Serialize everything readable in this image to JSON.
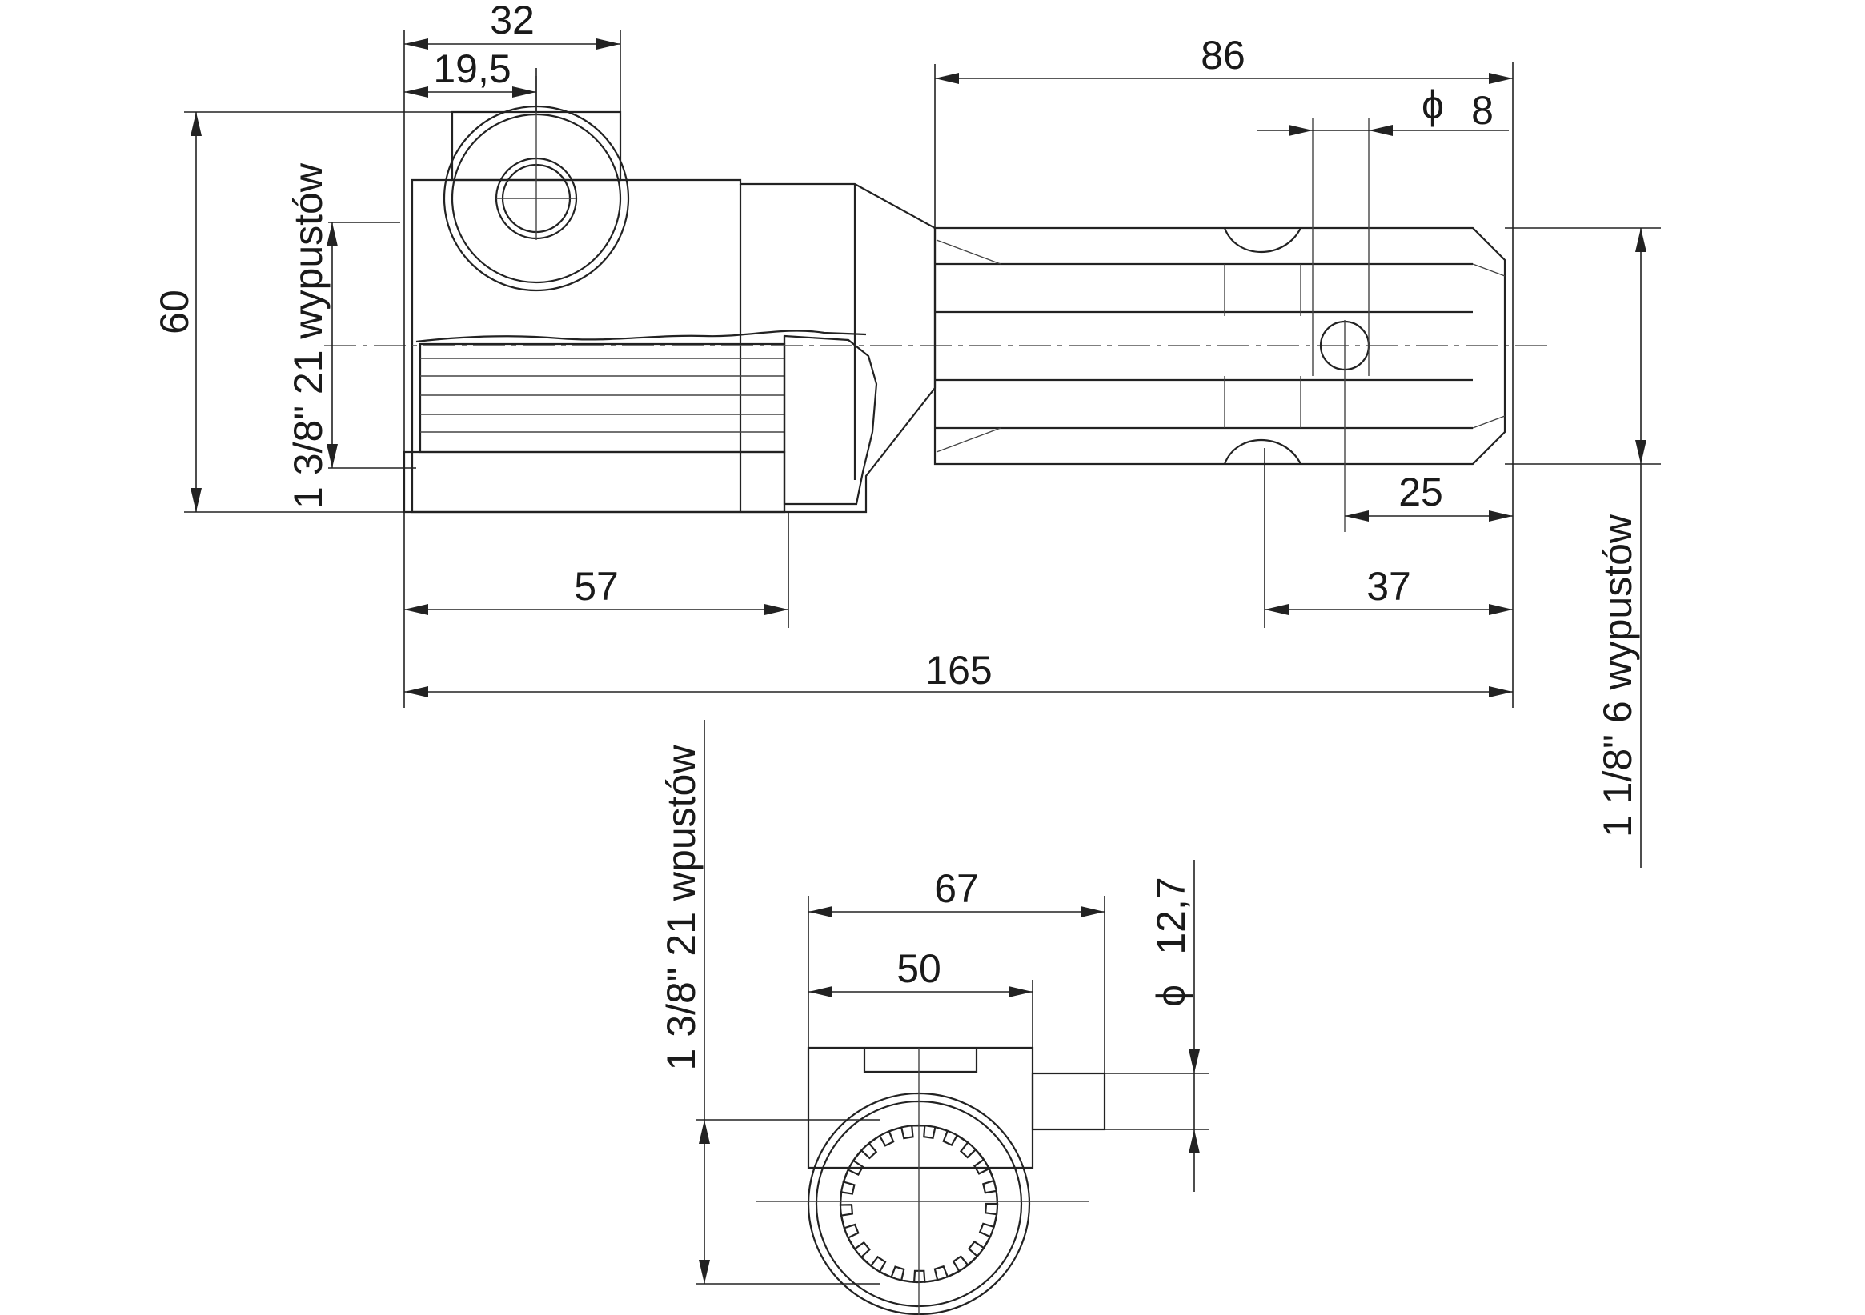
{
  "dimensions": {
    "d32": "32",
    "d19_5": "19,5",
    "d86": "86",
    "d_phi8": "8",
    "d60": "60",
    "d25": "25",
    "d57": "57",
    "d37": "37",
    "d165": "165",
    "d67": "67",
    "d50": "50",
    "d_phi12_7": "12,7"
  },
  "labels": {
    "spline_21_top": "1 3/8\" 21 wypustów",
    "spline_6": "1 1/8\" 6 wypustów",
    "spline_21_bottom": "1 3/8\" 21 wpustów",
    "phi_symbol": "ϕ"
  },
  "colors": {
    "line": "#222222",
    "background": "#ffffff"
  }
}
